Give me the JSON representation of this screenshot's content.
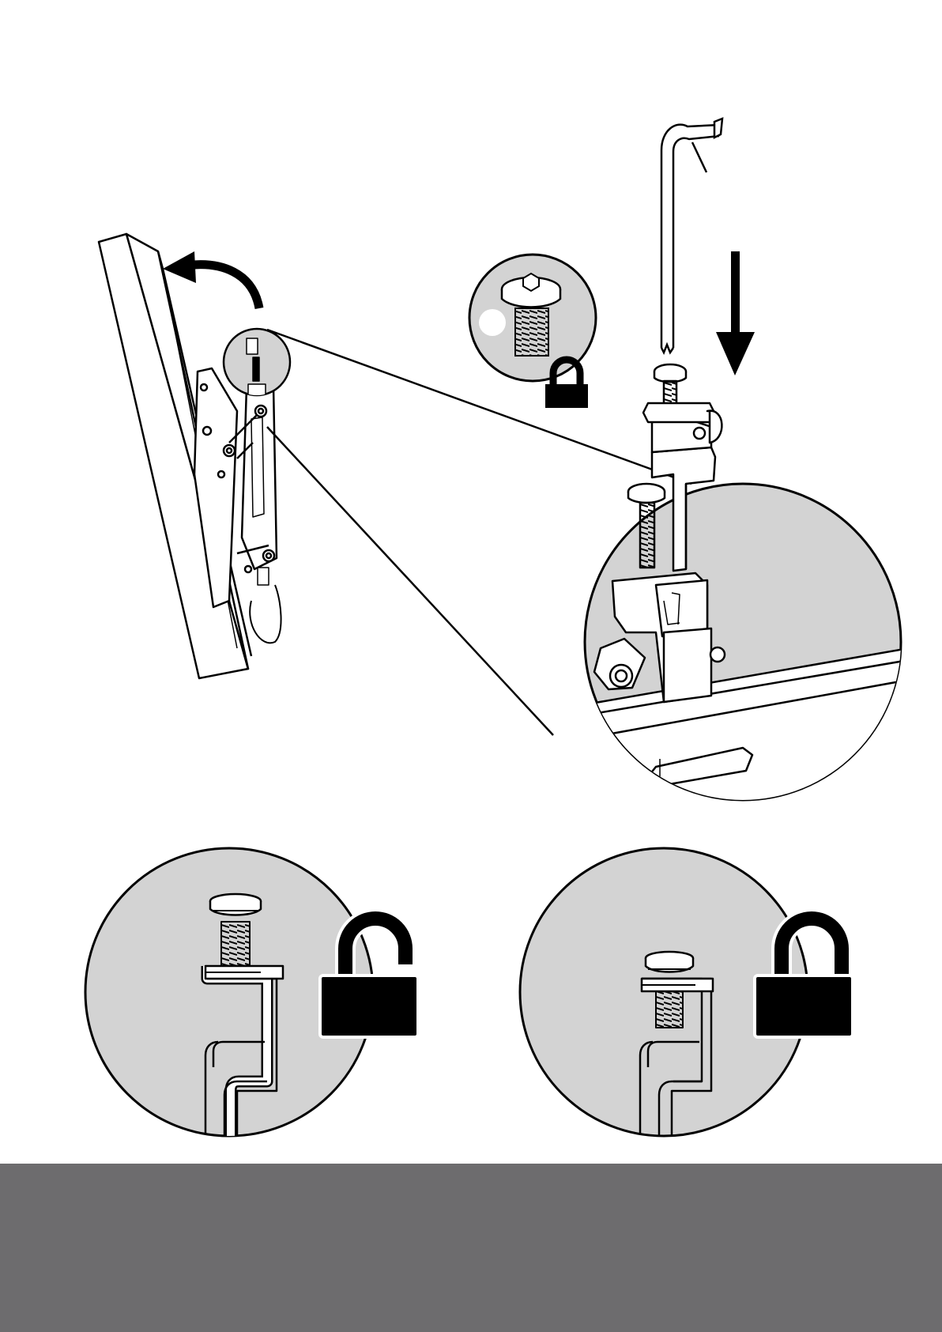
{
  "colors": {
    "ink": "#000000",
    "circle_fill": "#d3d3d3",
    "paper": "#ffffff",
    "footer_band": "#6d6c6e"
  },
  "figures": [
    {
      "id": "tv-on-tilting-mount",
      "icon": "curved-tilt-arrow-icon"
    },
    {
      "id": "mount-detail-zoom",
      "icon": "down-arrow-icon"
    },
    {
      "id": "screw-callout",
      "icon": "padlock-closed-icon"
    },
    {
      "id": "unlocked-state",
      "icon": "padlock-open-icon"
    },
    {
      "id": "locked-state",
      "icon": "padlock-closed-icon"
    }
  ],
  "tool": {
    "icon": "torx-l-key-icon"
  }
}
